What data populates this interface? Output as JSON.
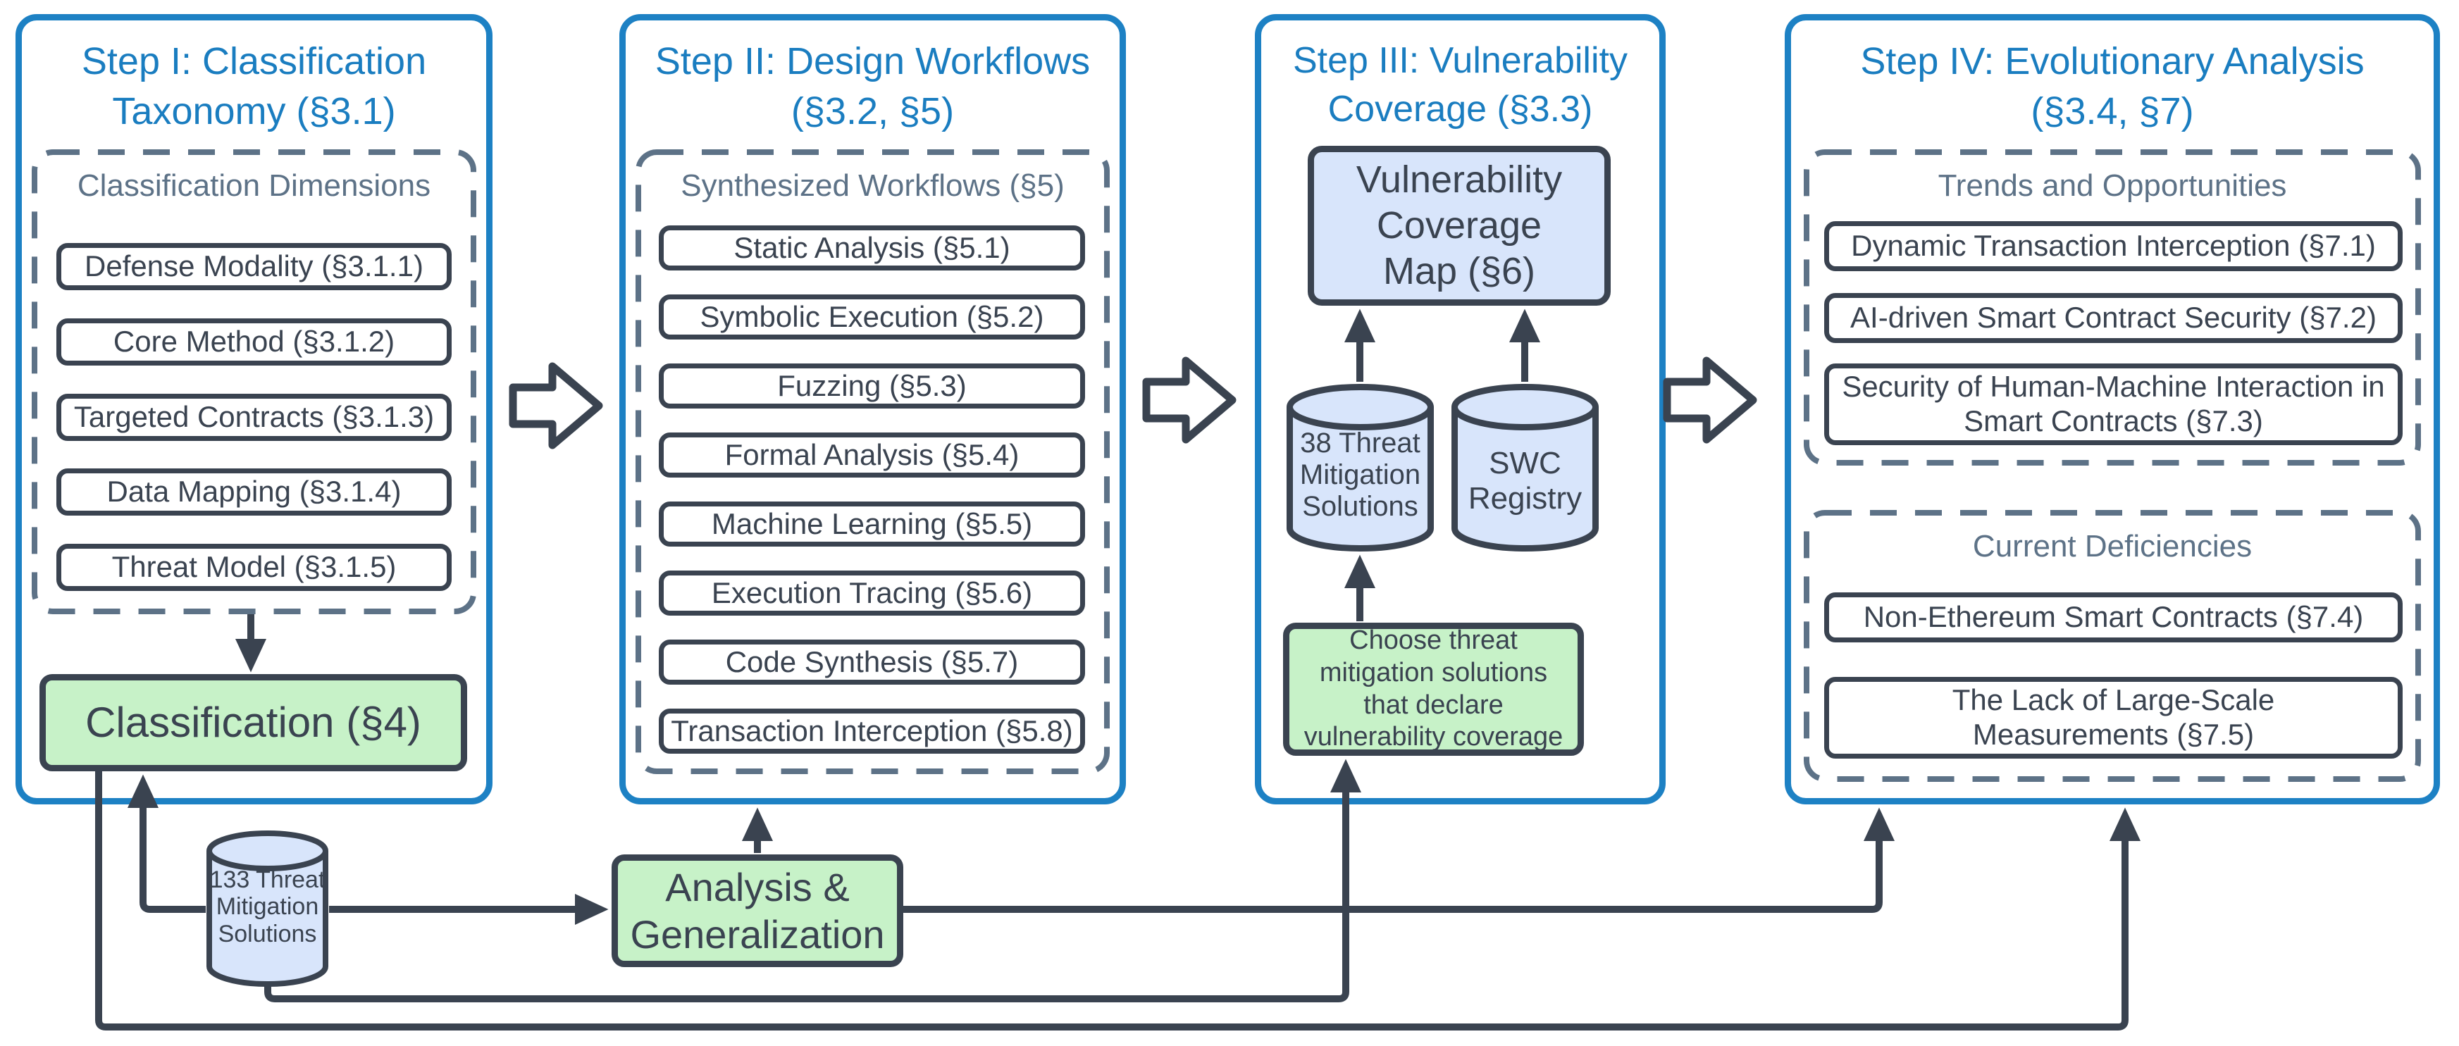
{
  "colors": {
    "panel_border": "#1d81c4",
    "title_text": "#1a7dc0",
    "box_stroke": "#3a4350",
    "body_text": "#3a4350",
    "muted_label": "#5d7287",
    "green_fill": "#c7f2c8",
    "light_blue_fill": "#d8e5fb",
    "background": "#ffffff"
  },
  "panel1": {
    "title": "Step I: Classification Taxonomy (§3.1)",
    "group_label": "Classification Dimensions",
    "items": [
      "Defense Modality (§3.1.1)",
      "Core Method (§3.1.2)",
      "Targeted Contracts (§3.1.3)",
      "Data Mapping (§3.1.4)",
      "Threat Model (§3.1.5)"
    ],
    "result_box": "Classification (§4)"
  },
  "panel2": {
    "title": "Step II: Design Workflows (§3.2, §5)",
    "group_label": "Synthesized Workflows (§5)",
    "items": [
      "Static Analysis (§5.1)",
      "Symbolic Execution (§5.2)",
      "Fuzzing (§5.3)",
      "Formal Analysis (§5.4)",
      "Machine Learning (§5.5)",
      "Execution Tracing (§5.6)",
      "Code Synthesis (§5.7)",
      "Transaction Interception (§5.8)"
    ]
  },
  "panel3": {
    "title": "Step III: Vulnerability Coverage (§3.3)",
    "map_box": "Vulnerability Coverage Map (§6)",
    "cylinder_left": "38 Threat Mitigation Solutions",
    "cylinder_right": "SWC Registry",
    "choose_box": "Choose threat mitigation solutions that declare vulnerability coverage"
  },
  "panel4": {
    "title": "Step IV: Evolutionary Analysis (§3.4, §7)",
    "group1_label": "Trends and Opportunities",
    "group1_items": [
      "Dynamic Transaction Interception (§7.1)",
      "AI-driven Smart Contract Security (§7.2)",
      "Security of Human-Machine Interaction in Smart Contracts (§7.3)"
    ],
    "group2_label": "Current Deficiencies",
    "group2_items": [
      "Non-Ethereum Smart Contracts (§7.4)",
      "The Lack of Large-Scale Measurements (§7.5)"
    ]
  },
  "bottom": {
    "cylinder": "133 Threat Mitigation Solutions",
    "analysis_box": "Analysis & Generalization"
  }
}
